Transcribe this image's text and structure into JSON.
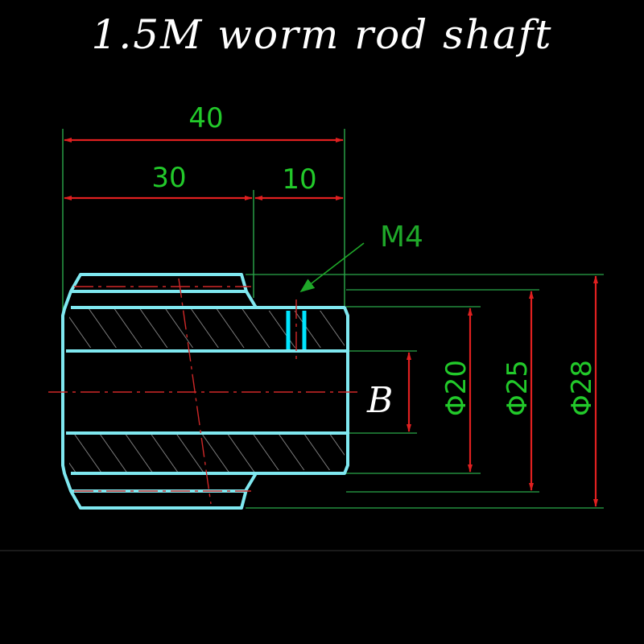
{
  "title": "1.5M worm rod shaft",
  "dimensions": {
    "total_length": "40",
    "gear_length": "30",
    "hub_length": "10",
    "bore_diameter": "Φ20",
    "hub_diameter": "Φ25",
    "outer_diameter": "Φ28"
  },
  "thread_label": "M4",
  "datum_label": "B",
  "colors": {
    "background": "#000000",
    "outline": "#7fe8f0",
    "dimension_line": "#e02020",
    "dimension_text": "#22c92a",
    "extension_line": "#2aa84a",
    "set_screw": "#00e5ff"
  }
}
